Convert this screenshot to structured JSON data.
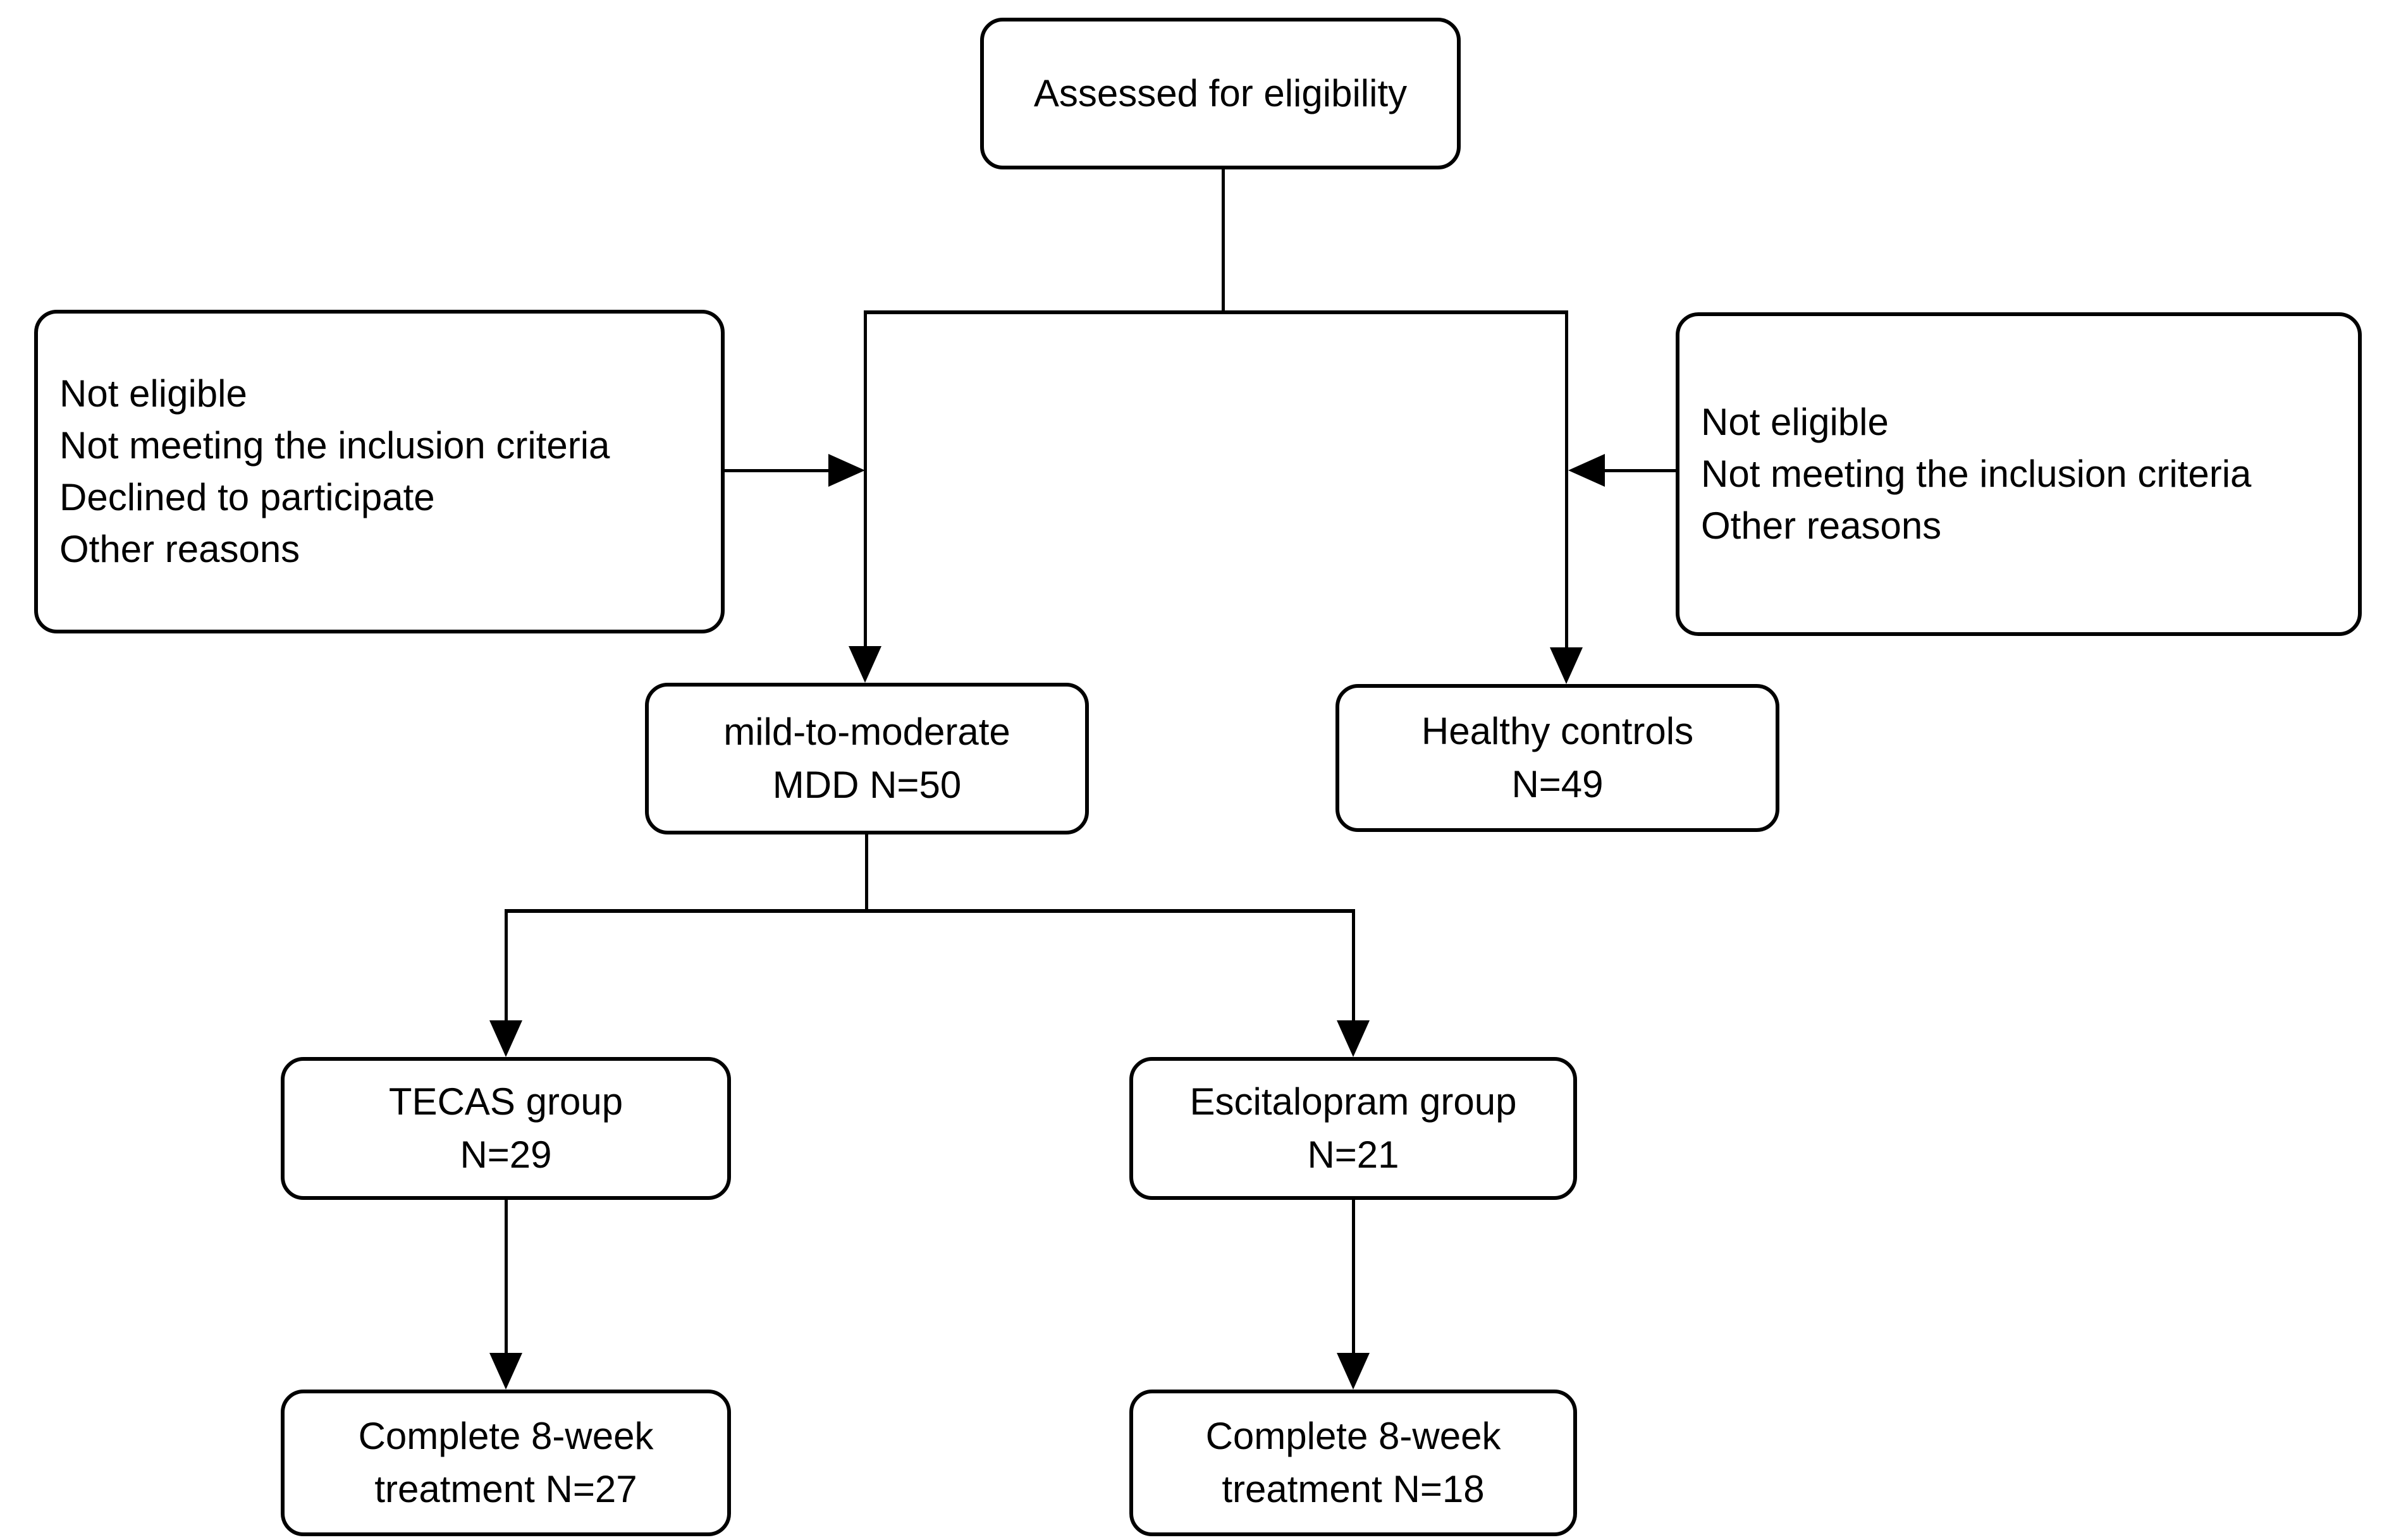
{
  "diagram": {
    "type": "flowchart",
    "background_color": "#ffffff",
    "line_color": "#000000",
    "text_color": "#000000",
    "boxes": {
      "assessed": {
        "label": "Assessed for eligibility"
      },
      "not_eligible_left": {
        "lines": [
          "Not eligible",
          "Not meeting the inclusion criteria",
          "Declined to participate",
          "Other reasons"
        ]
      },
      "not_eligible_right": {
        "lines": [
          "Not eligible",
          "Not meeting the inclusion criteria",
          "Other reasons"
        ]
      },
      "mdd": {
        "lines": [
          "mild-to-moderate",
          "MDD N=50"
        ]
      },
      "healthy_controls": {
        "lines": [
          "Healthy controls",
          "N=49"
        ]
      },
      "tecas": {
        "lines": [
          "TECAS group",
          "N=29"
        ]
      },
      "escitalopram": {
        "lines": [
          "Escitalopram group",
          "N=21"
        ]
      },
      "complete_tecas": {
        "lines": [
          "Complete 8-week",
          "treatment N=27"
        ]
      },
      "complete_escitalopram": {
        "lines": [
          "Complete 8-week",
          "treatment N=18"
        ]
      }
    }
  }
}
